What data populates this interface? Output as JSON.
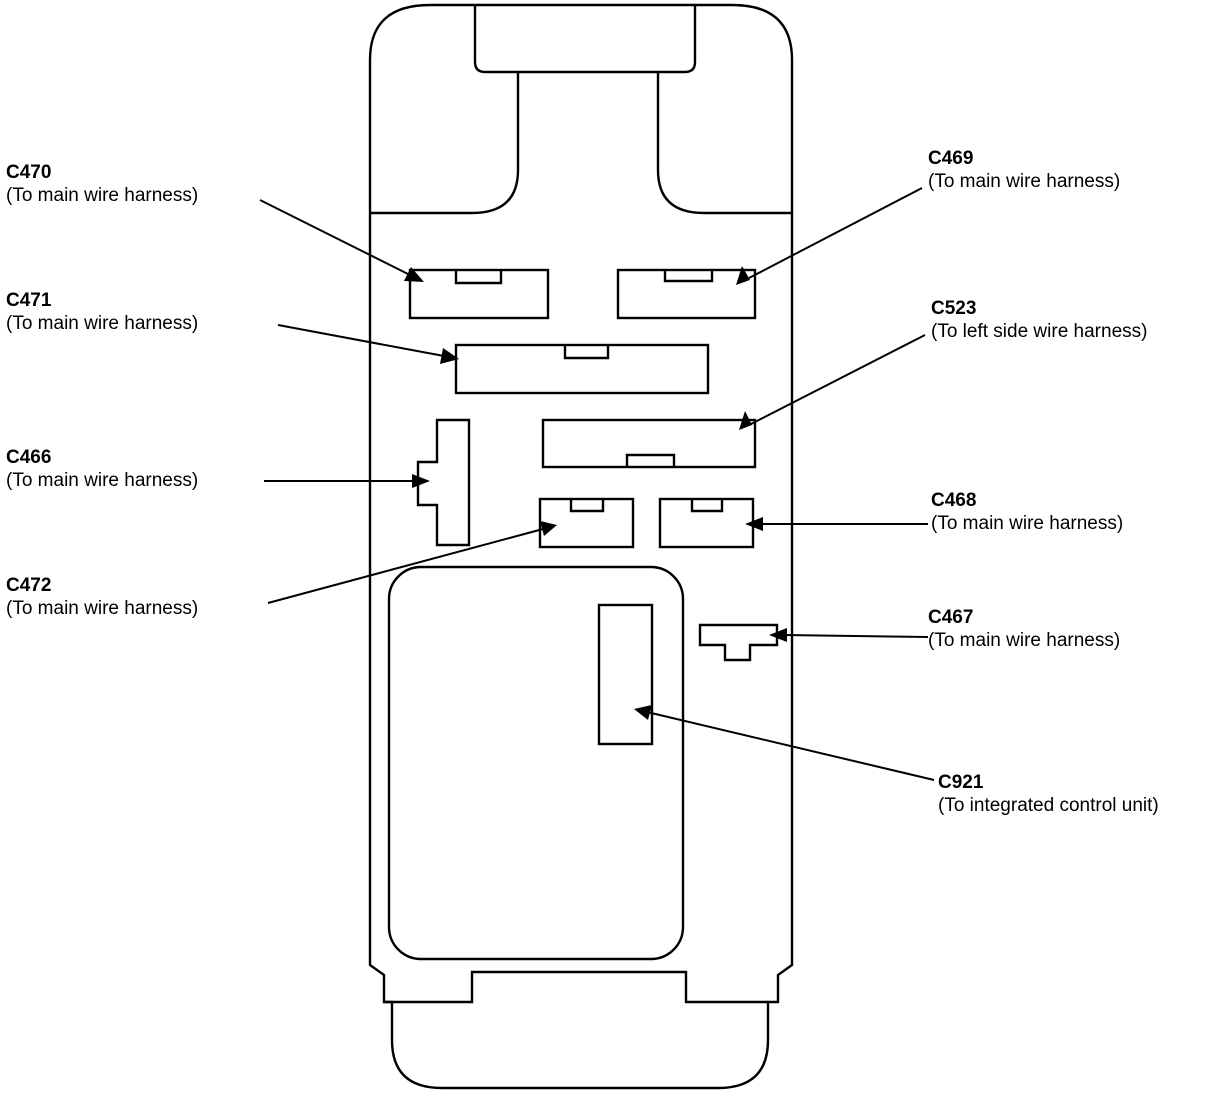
{
  "connectors": [
    {
      "id": "c470",
      "code": "C470",
      "desc": "(To main wire harness)"
    },
    {
      "id": "c469",
      "code": "C469",
      "desc": "(To main wire harness)"
    },
    {
      "id": "c471",
      "code": "C471",
      "desc": "(To main wire harness)"
    },
    {
      "id": "c523",
      "code": "C523",
      "desc": "(To left side wire harness)"
    },
    {
      "id": "c466",
      "code": "C466",
      "desc": "(To main wire harness)"
    },
    {
      "id": "c468",
      "code": "C468",
      "desc": "(To main wire harness)"
    },
    {
      "id": "c472",
      "code": "C472",
      "desc": "(To main wire harness)"
    },
    {
      "id": "c467",
      "code": "C467",
      "desc": "(To main wire harness)"
    },
    {
      "id": "c921",
      "code": "C921",
      "desc": "(To integrated control unit)"
    }
  ]
}
